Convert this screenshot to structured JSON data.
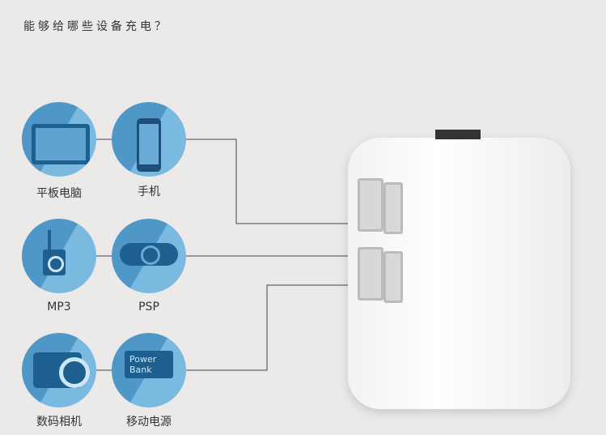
{
  "title": "能够给哪些设备充电？",
  "devices": [
    {
      "label": "平板电脑",
      "icon": "tablet-icon"
    },
    {
      "label": "手机",
      "icon": "phone-icon"
    },
    {
      "label": "MP3",
      "icon": "mp3-player-icon"
    },
    {
      "label": "PSP",
      "icon": "psp-icon"
    },
    {
      "label": "数码相机",
      "icon": "camera-icon"
    },
    {
      "label": "移动电源",
      "icon": "power-bank-icon"
    }
  ],
  "power_bank_text": {
    "line1": "Power",
    "line2": "Bank"
  }
}
